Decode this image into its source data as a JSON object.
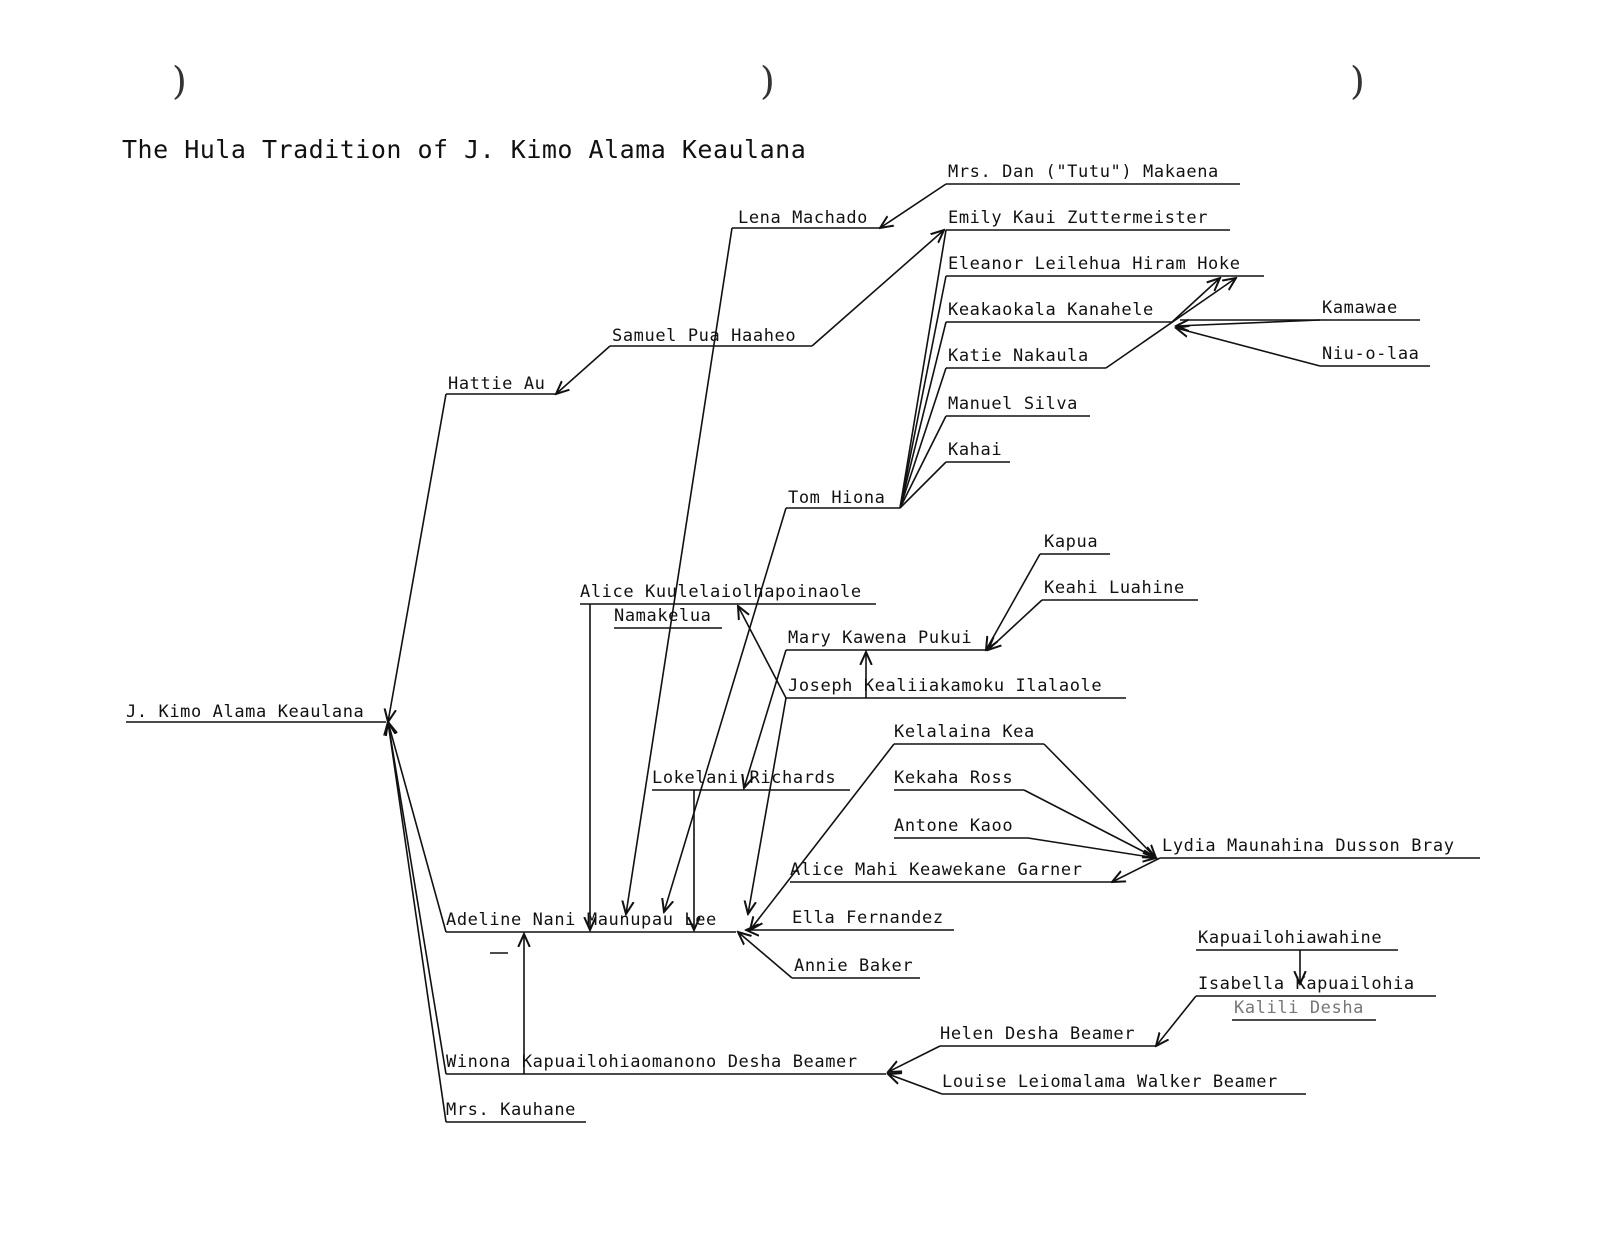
{
  "title": "The Hula Tradition of J. Kimo Alama Keaulana",
  "punch_marks": [
    ")",
    ")",
    ")"
  ],
  "nodes": {
    "keaulana": "J. Kimo Alama Keaulana",
    "hattie": "Hattie Au",
    "samuel": "Samuel Pua Haaheo",
    "lena": "Lena Machado",
    "makaena": "Mrs. Dan (\"Tutu\") Makaena",
    "zuttermeister": "Emily Kaui Zuttermeister",
    "hoke": "Eleanor Leilehua Hiram Hoke",
    "kanahele": "Keakaokala Kanahele",
    "nakaula": "Katie Nakaula",
    "silva": "Manuel Silva",
    "kahai": "Kahai",
    "kamawae": "Kamawae",
    "niu": "Niu-o-laa",
    "hiona": "Tom Hiona",
    "kapua": "Kapua",
    "luahine": "Keahi Luahine",
    "namakelua_1": "Alice Kuulelaiolhapoinaole",
    "namakelua_2": "Namakelua",
    "pukui": "Mary Kawena Pukui",
    "ilalaole": "Joseph Kealiiakamoku Ilalaole",
    "richards": "Lokelani Richards",
    "kea": "Kelalaina Kea",
    "ross": "Kekaha Ross",
    "kaoo": "Antone Kaoo",
    "bray": "Lydia Maunahina Dusson Bray",
    "garner": "Alice Mahi Keawekane Garner",
    "adeline": "Adeline Nani Maunupau Lee",
    "fernandez": "Ella Fernandez",
    "baker": "Annie Baker",
    "kapuailohiawahine": "Kapuailohiawahine",
    "isabella_1": "Isabella Kapuailohia",
    "isabella_2": "Kalili Desha",
    "helen": "Helen Desha Beamer",
    "winona": "Winona Kapuailohiaomanono Desha Beamer",
    "louise": "Louise Leiomalama Walker Beamer",
    "kauhane": "Mrs. Kauhane"
  }
}
